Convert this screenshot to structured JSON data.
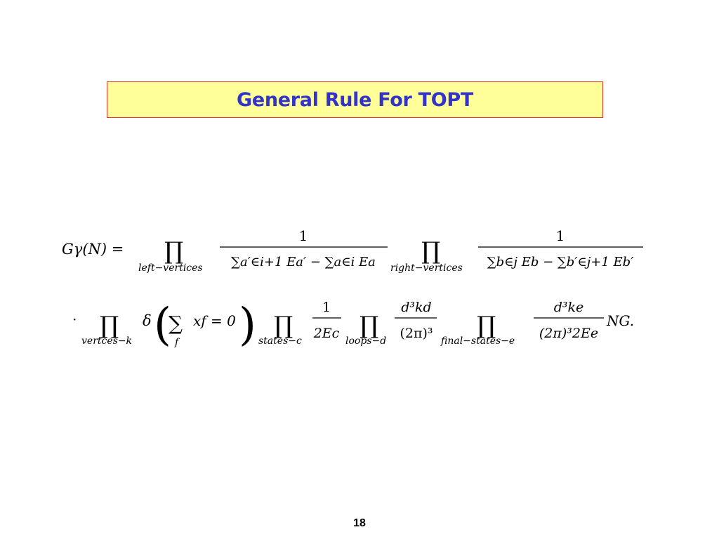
{
  "slide": {
    "title": "General Rule For TOPT",
    "page_number": "18"
  },
  "formula": {
    "lhs": "Gγ(N) =",
    "prod_left_sub": "left−vertices",
    "frac1_num": "1",
    "frac1_den": "∑a′∈i+1 Ea′ − ∑a∈i Ea",
    "prod_right_sub": "right−vertices",
    "frac2_num": "1",
    "frac2_den": "∑b∈j Eb − ∑b′∈j+1 Eb′",
    "dot": "·",
    "prod_vertices_sub": "vertces−k",
    "delta": "δ",
    "sum_body": "xf = 0",
    "sum_sub": "f",
    "prod_states_sub": "states−c",
    "frac3_num": "1",
    "frac3_den": "2Ec",
    "prod_loops_sub": "loops−d",
    "frac4_num": "d³kd",
    "frac4_den": "(2π)³",
    "prod_final_sub": "final−states−e",
    "frac5_num": "d³ke",
    "frac5_den": "(2π)³2Ee",
    "tail": "NG."
  }
}
